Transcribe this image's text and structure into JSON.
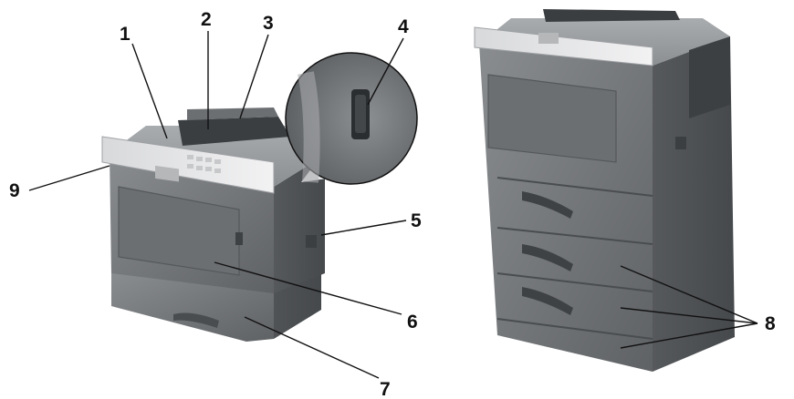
{
  "callouts": [
    {
      "id": "1",
      "label": "1"
    },
    {
      "id": "2",
      "label": "2"
    },
    {
      "id": "3",
      "label": "3"
    },
    {
      "id": "4",
      "label": "4"
    },
    {
      "id": "5",
      "label": "5"
    },
    {
      "id": "6",
      "label": "6"
    },
    {
      "id": "7",
      "label": "7"
    },
    {
      "id": "8",
      "label": "8"
    },
    {
      "id": "9",
      "label": "9"
    }
  ],
  "colors": {
    "body_dark": "#5a5d60",
    "body_mid": "#7b7e81",
    "body_light": "#a4a7aa",
    "panel_light": "#e6e7e8",
    "line": "#111111"
  }
}
